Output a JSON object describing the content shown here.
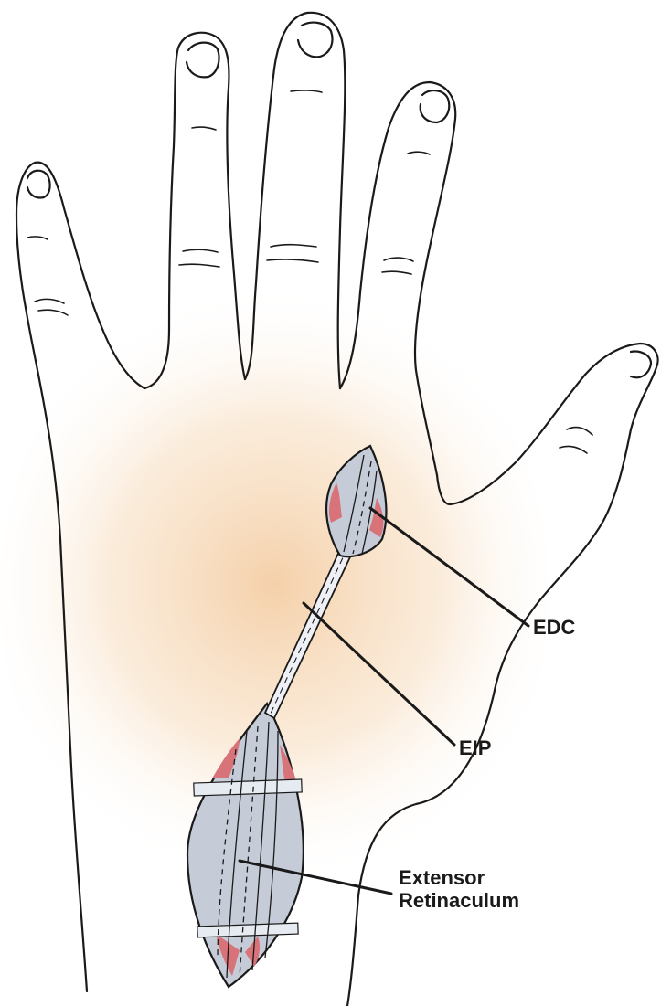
{
  "labels": {
    "edc": "EDC",
    "eip": "EIP",
    "retinaculum_line1": "Extensor",
    "retinaculum_line2": "Retinaculum"
  },
  "colors": {
    "outline": "#1a1a1a",
    "skin_glow": "#f3c89a",
    "incision_fill": "#c5ccd8",
    "tendon_fill": "#e6eaf1",
    "exposed_tissue": "#d8737a"
  }
}
